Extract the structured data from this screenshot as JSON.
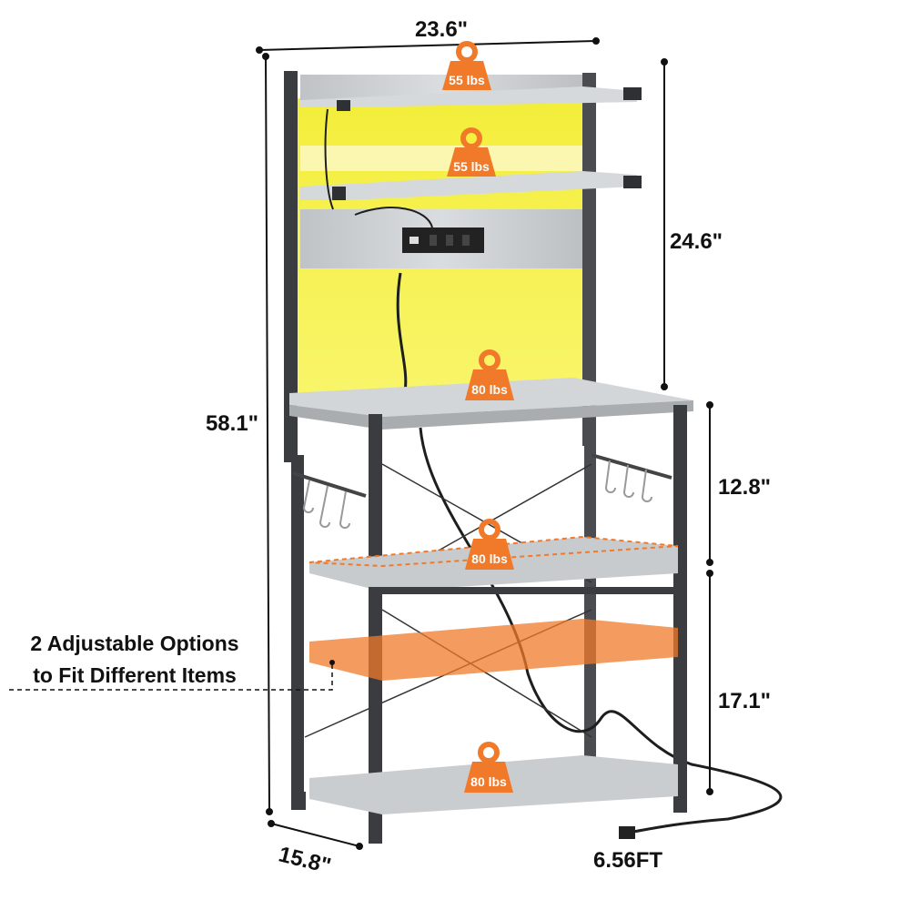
{
  "dimensions": {
    "width": "23.6\"",
    "total_height": "58.1\"",
    "hutch_height": "24.6\"",
    "upper_gap": "12.8\"",
    "lower_gap": "17.1\"",
    "depth": "15.8\"",
    "cord_length": "6.56FT"
  },
  "weights": {
    "top_shelf": "55 lbs",
    "second_shelf": "55 lbs",
    "countertop": "80 lbs",
    "middle_shelf": "80 lbs",
    "bottom_shelf": "80 lbs"
  },
  "note": {
    "line1": "2 Adjustable Options",
    "line2": "to Fit Different Items"
  },
  "colors": {
    "accent": "#F07A2A",
    "led_glow": "#F5F03A",
    "frame": "#3A3C40",
    "wood": "#C9CCCE"
  }
}
